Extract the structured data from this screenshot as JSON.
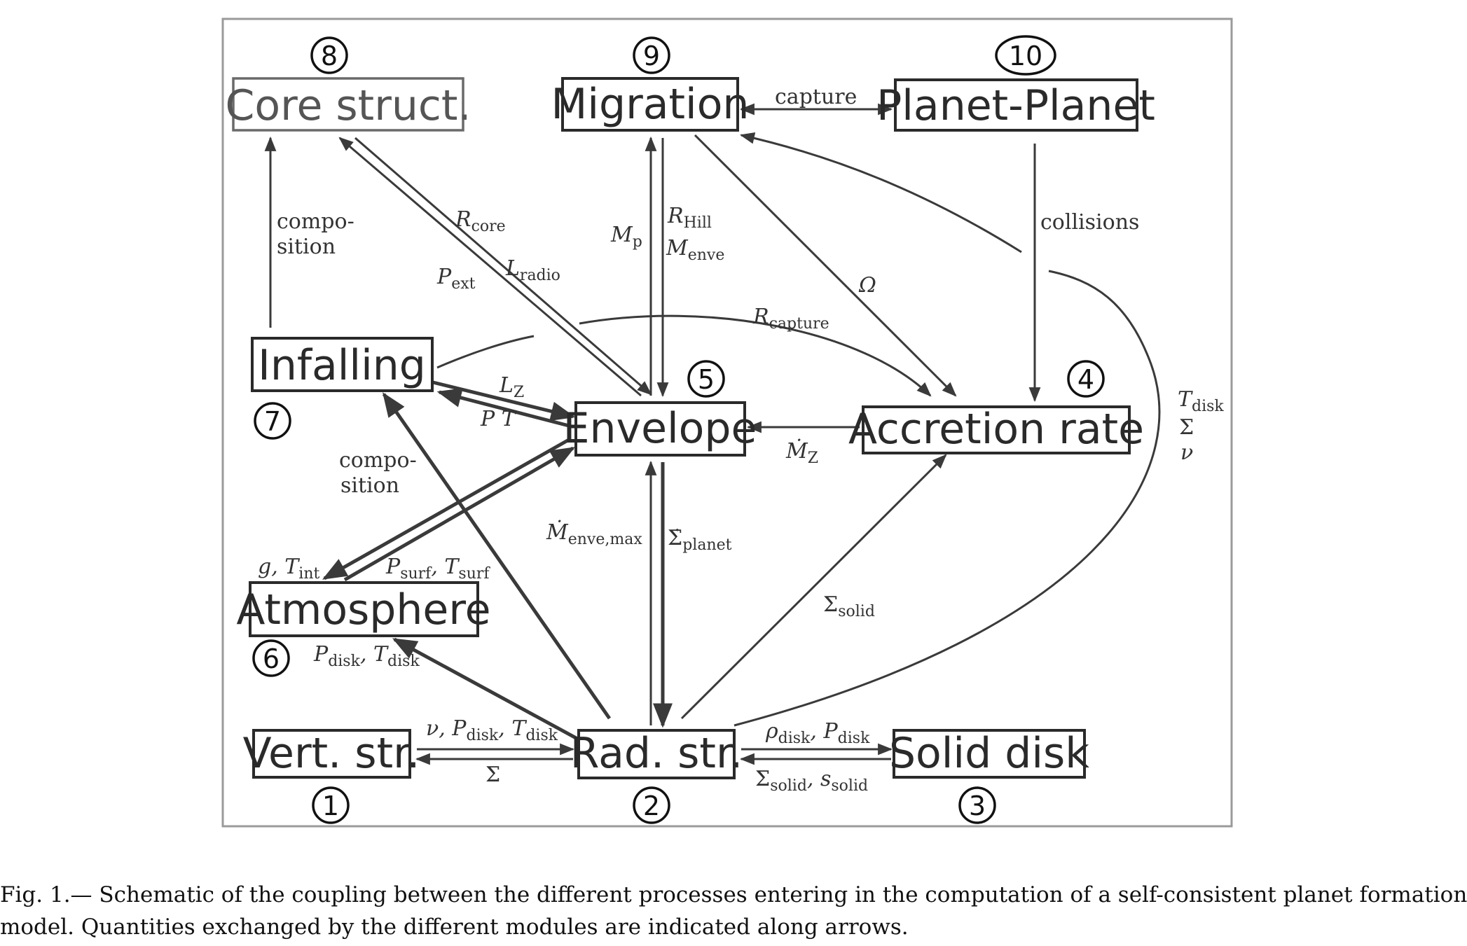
{
  "boxes": {
    "core": "Core struct.",
    "migration": "Migration",
    "planet_planet": "Planet-Planet",
    "infalling": "Infalling",
    "envelope": "Envelope",
    "accretion": "Accretion rate",
    "atmosphere": "Atmosphere",
    "vert": "Vert. str.",
    "rad": "Rad. str.",
    "solid": "Solid disk"
  },
  "numbers": {
    "n1": "1",
    "n2": "2",
    "n3": "3",
    "n4": "4",
    "n5": "5",
    "n6": "6",
    "n7": "7",
    "n8": "8",
    "n9": "9",
    "n10": "10"
  },
  "labels": {
    "capture": "capture",
    "composition_1": "compo-",
    "composition_2": "sition",
    "r_core": "R",
    "r_core_sub": "core",
    "l_radio": "L",
    "l_radio_sub": "radio",
    "p_ext": "P",
    "p_ext_sub": "ext",
    "m_p": "M",
    "m_p_sub": "p",
    "r_hill": "R",
    "r_hill_sub": "Hill",
    "m_enve": "M",
    "m_enve_sub": "enve",
    "omega": "Ω",
    "collisions": "collisions",
    "r_capture": "R",
    "r_capture_sub": "capture",
    "l_z": "L",
    "l_z_sub": "Z",
    "p_t": "P  T",
    "m_dot_z": "Ṁ",
    "m_dot_z_sub": "Z",
    "t_disk": "T",
    "t_disk_sub": "disk",
    "sigma": "Σ",
    "nu": "ν",
    "comp2_1": "compo-",
    "comp2_2": "sition",
    "m_enve_max": "Ṁ",
    "m_enve_max_sub": "enve,max",
    "sigma_planet": "Σ̇",
    "sigma_planet_sub": "planet",
    "g_tint": "g, T",
    "g_tint_sub": "int",
    "p_surf": "P",
    "p_surf_sub": "surf",
    "t_surf": ", T",
    "t_surf_sub": "surf",
    "sigma_solid": "Σ",
    "sigma_solid_sub": "solid",
    "p_disk_atm": "P",
    "p_disk_atm_sub": "disk",
    "t_disk_atm": ", T",
    "t_disk_atm_sub": "disk",
    "nu_pdisk": "ν, P",
    "nu_pdisk_sub": "disk",
    "nu_tdisk": ", T",
    "nu_tdisk_sub": "disk",
    "sigma_bottom": "Σ",
    "rho_disk": "ρ",
    "rho_disk_sub": "disk",
    "rho_pdisk": ", P",
    "rho_pdisk_sub": "disk",
    "sigma_s": "Σ",
    "sigma_s_sub": "solid",
    "s_solid": ", s",
    "s_solid_sub": "solid"
  },
  "caption": {
    "line1": "Fig.  1.— Schematic of the coupling between the different processes entering in the computation of a self-consistent planet formation",
    "line2": "model. Quantities exchanged by the different modules are indicated along arrows."
  }
}
